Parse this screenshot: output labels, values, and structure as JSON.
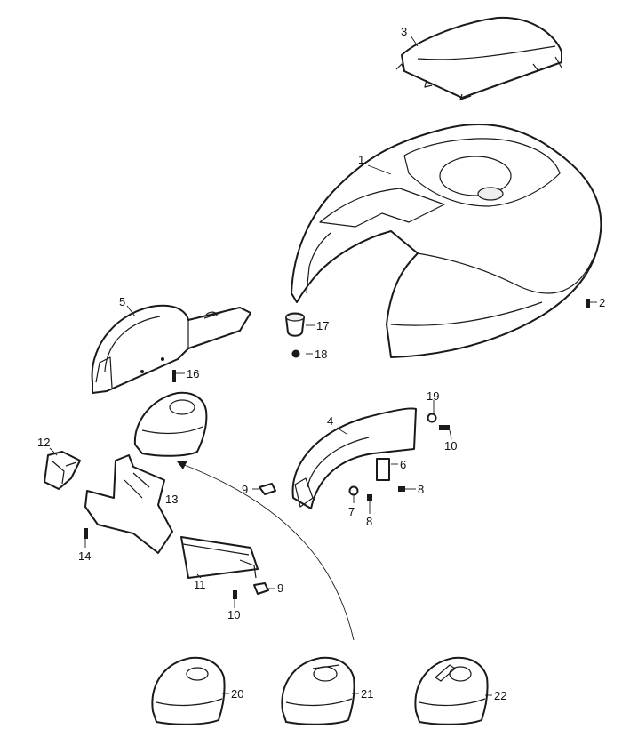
{
  "callouts": {
    "c1": "1",
    "c2": "2",
    "c3": "3",
    "c4": "4",
    "c5": "5",
    "c6": "6",
    "c7": "7",
    "c8a": "8",
    "c8b": "8",
    "c9a": "9",
    "c9b": "9",
    "c10a": "10",
    "c10b": "10",
    "c11": "11",
    "c12": "12",
    "c13": "13",
    "c14": "14",
    "c16": "16",
    "c17": "17",
    "c18": "18",
    "c19": "19",
    "c20": "20",
    "c21": "21",
    "c22": "22"
  },
  "colors": {
    "line": "#1a1a1a",
    "background": "#ffffff",
    "shade": "#eeeeee"
  }
}
